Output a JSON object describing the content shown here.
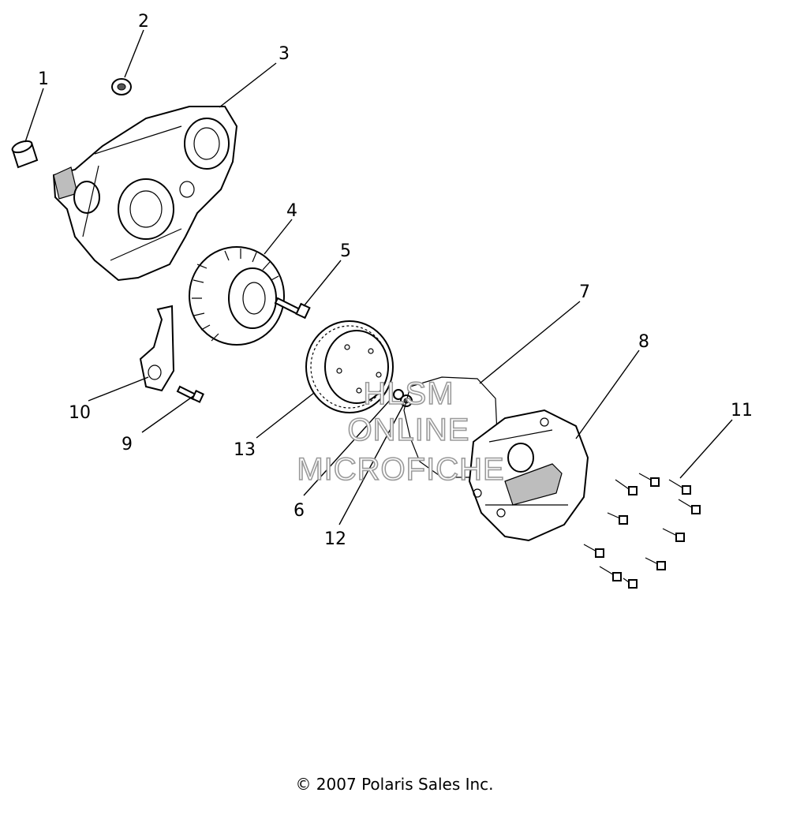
{
  "callouts": [
    "1",
    "2",
    "3",
    "4",
    "5",
    "6",
    "7",
    "8",
    "9",
    "10",
    "11",
    "12",
    "13"
  ],
  "watermark": {
    "line1": "HLSM",
    "line2": "ONLINE",
    "line3": "MICROFICHE"
  },
  "copyright": "© 2007 Polaris Sales Inc."
}
